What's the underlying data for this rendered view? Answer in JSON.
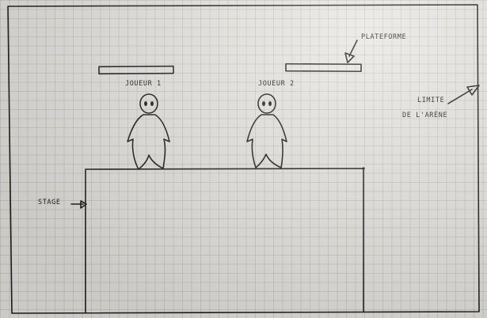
{
  "labels": {
    "platform": "PLATEFORME",
    "player1": "JOUEUR 1",
    "player2": "JOUEUR 2",
    "arena_limit_line1": "LIMITE",
    "arena_limit_line2": "DE L'ARÈNE",
    "stage": "STAGE"
  },
  "colors": {
    "paper": "#e7e6e0",
    "ink": "#1c1c1c",
    "grid": "#9696a0"
  }
}
